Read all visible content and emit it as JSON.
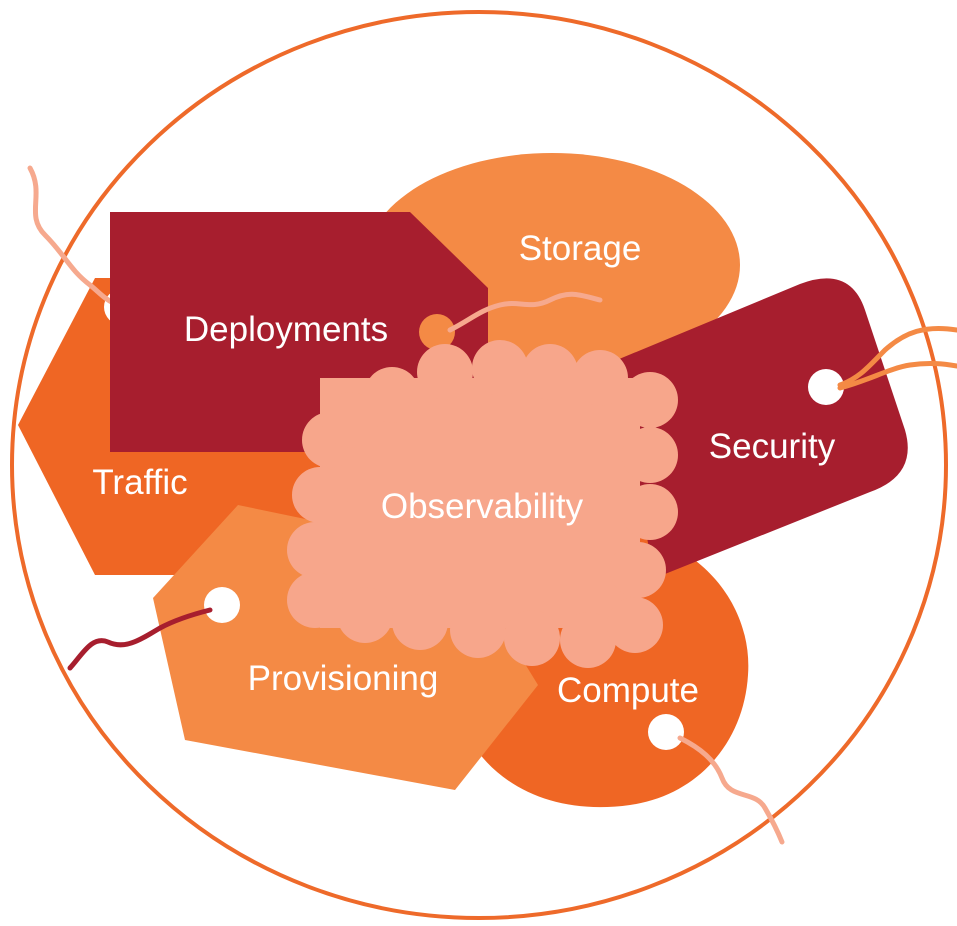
{
  "colors": {
    "ring": "#EE6A2A",
    "dark_red": "#A71E2E",
    "orange": "#EF6624",
    "light_orange": "#F48A45",
    "peach": "#F7A68B",
    "string_light": "#F6A98E",
    "string_dark": "#A71E2E",
    "hole": "#ffffff"
  },
  "tags": {
    "storage": {
      "label": "Storage"
    },
    "traffic": {
      "label": "Traffic"
    },
    "deployments": {
      "label": "Deployments"
    },
    "security": {
      "label": "Security"
    },
    "compute": {
      "label": "Compute"
    },
    "provisioning": {
      "label": "Provisioning"
    },
    "observability": {
      "label": "Observability"
    }
  }
}
